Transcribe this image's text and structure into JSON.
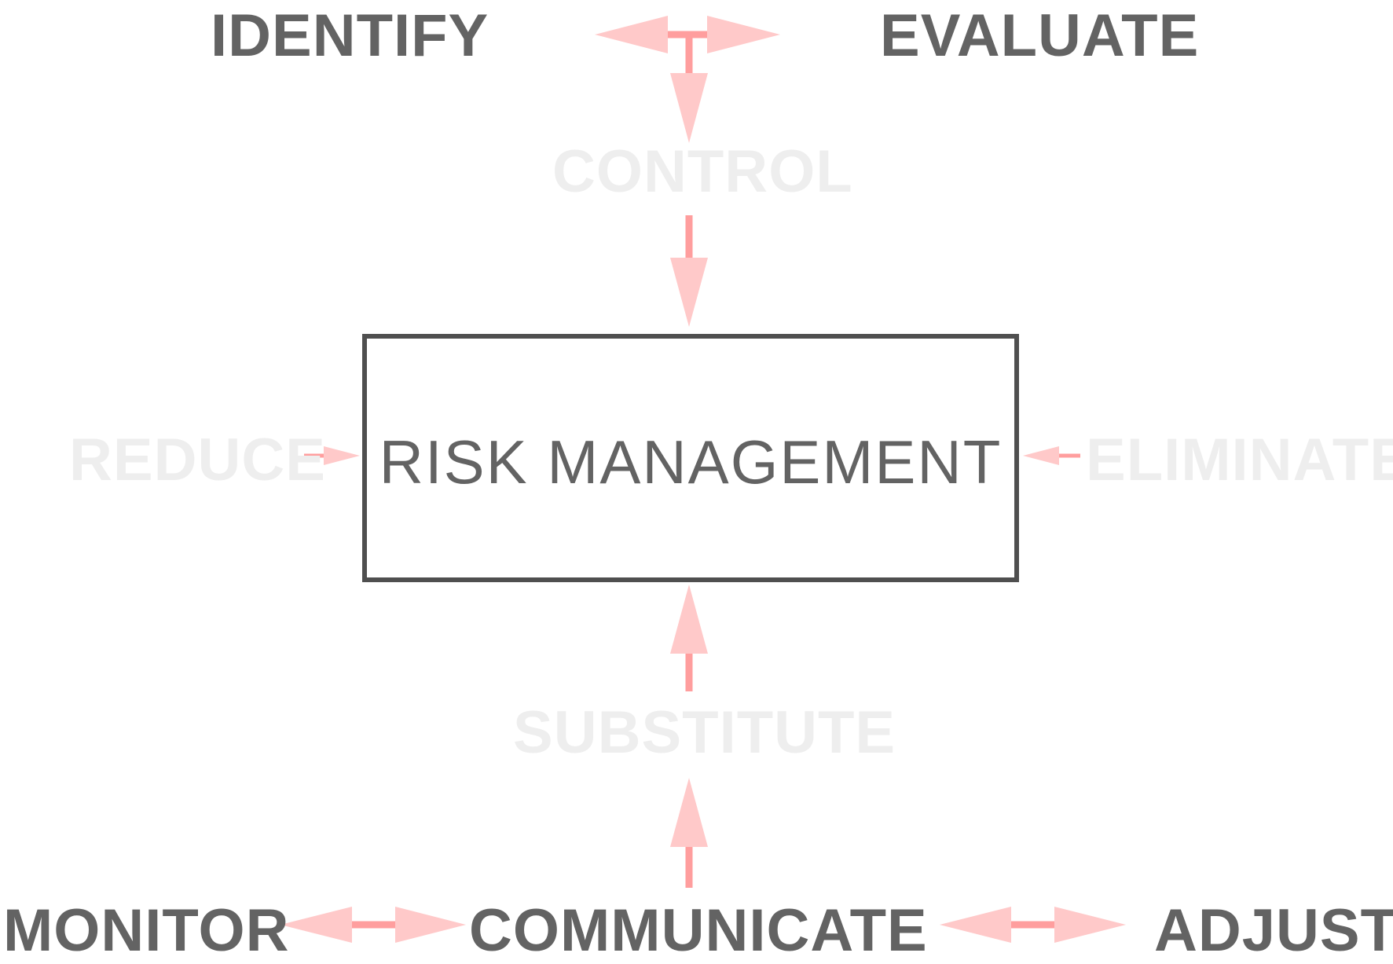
{
  "diagram": {
    "center": "RISK MANAGEMENT",
    "nodes": {
      "identify": "IDENTIFY",
      "evaluate": "EVALUATE",
      "control": "CONTROL",
      "reduce": "REDUCE",
      "eliminate": "ELIMINATE",
      "substitute": "SUBSTITUTE",
      "monitor": "MONITOR",
      "communicate": "COMMUNICATE",
      "adjust": "ADJUST"
    }
  },
  "colors": {
    "arrow_fill": "#ffc9c9",
    "arrow_shaft": "#ff9e9e",
    "box_border": "#4f4f4f",
    "text_dark": "#636363",
    "text_faded": "#eeeeee"
  },
  "icons": {
    "arrow_head": "triangle-arrow-icon"
  }
}
